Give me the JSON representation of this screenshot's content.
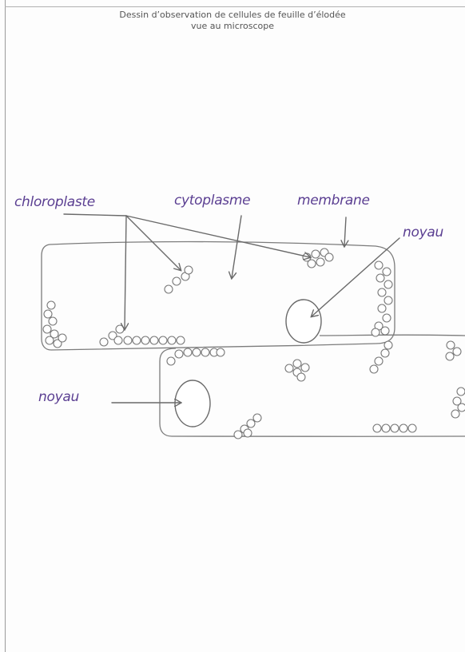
{
  "title": {
    "line1": "Dessin d’observation de cellules de feuille d’élodée",
    "line2": "vue au microscope"
  },
  "labels": {
    "chloroplaste": "chloroplaste",
    "cytoplasme": "cytoplasme",
    "membrane": "membrane",
    "noyau_top": "noyau",
    "noyau_bottom": "noyau"
  },
  "colors": {
    "ink": "#5b3f92",
    "pencil": "#777777"
  }
}
